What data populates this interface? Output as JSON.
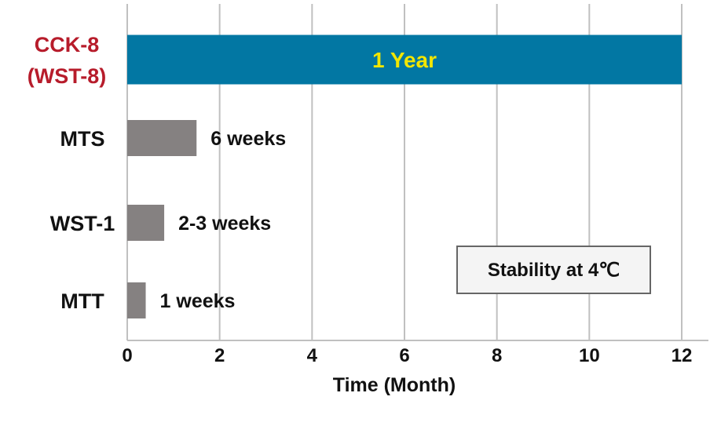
{
  "chart_data": {
    "type": "bar",
    "orientation": "horizontal",
    "categories": [
      "CCK-8 (WST-8)",
      "MTS",
      "WST-1",
      "MTT"
    ],
    "category_lines": [
      [
        "CCK-8",
        "(WST-8)"
      ],
      [
        "MTS"
      ],
      [
        "WST-1"
      ],
      [
        "MTT"
      ]
    ],
    "values": [
      12,
      1.5,
      0.8,
      0.4
    ],
    "data_labels": [
      "1 Year",
      "6 weeks",
      "2-3 weeks",
      "1 weeks"
    ],
    "xlabel": "Time (Month)",
    "xlim": [
      0,
      12
    ],
    "xticks": [
      0,
      2,
      4,
      6,
      8,
      10,
      12
    ],
    "grid": true,
    "annotation": "Stability at 4℃",
    "colors": {
      "highlight_bar": "#0277a3",
      "bar": "#858181",
      "highlight_label": "#b71c2b",
      "highlight_data_label": "#f2e600",
      "grid": "#c0c0c0"
    }
  }
}
